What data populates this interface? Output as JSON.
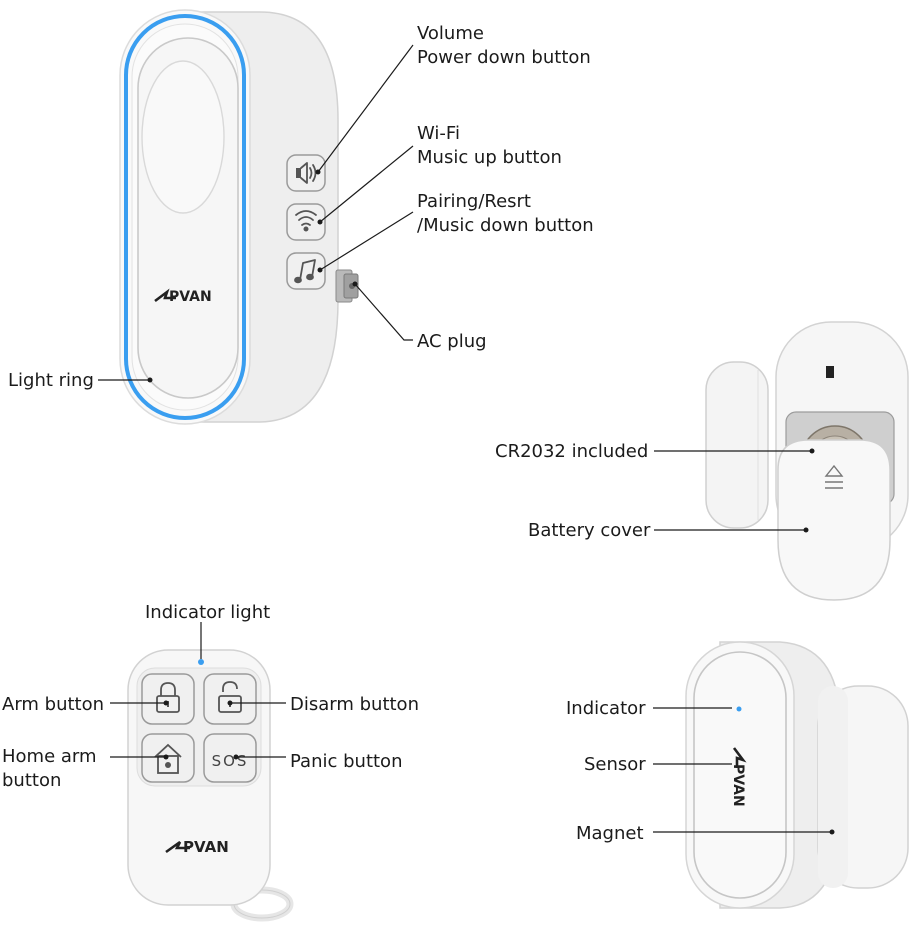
{
  "accent_color": "#3a9ef0",
  "brand": {
    "logo_text": "PVAN"
  },
  "doorbell_receiver": {
    "labels": {
      "volume_line1": "Volume",
      "volume_line2": "Power down button",
      "wifi_line1": "Wi-Fi",
      "wifi_line2": "Music up button",
      "pairing_line1": "Pairing/Resrt",
      "pairing_line2": "/Music down button",
      "ac_plug": "AC plug",
      "light_ring": "Light ring"
    },
    "icons": [
      "volume-icon",
      "wifi-icon",
      "music-note-icon"
    ]
  },
  "door_sensor_back": {
    "labels": {
      "battery": "CR2032 included",
      "battery_cover": "Battery cover"
    }
  },
  "remote": {
    "labels": {
      "indicator_light": "Indicator light",
      "arm": "Arm button",
      "disarm": "Disarm button",
      "home_arm_line1": "Home arm",
      "home_arm_line2": "button",
      "panic": "Panic button"
    },
    "buttons": {
      "sos_text": "SOS"
    },
    "icons": [
      "lock-icon",
      "unlock-icon",
      "home-icon"
    ]
  },
  "door_sensor_front": {
    "labels": {
      "indicator": "Indicator",
      "sensor": "Sensor",
      "magnet": "Magnet"
    }
  }
}
